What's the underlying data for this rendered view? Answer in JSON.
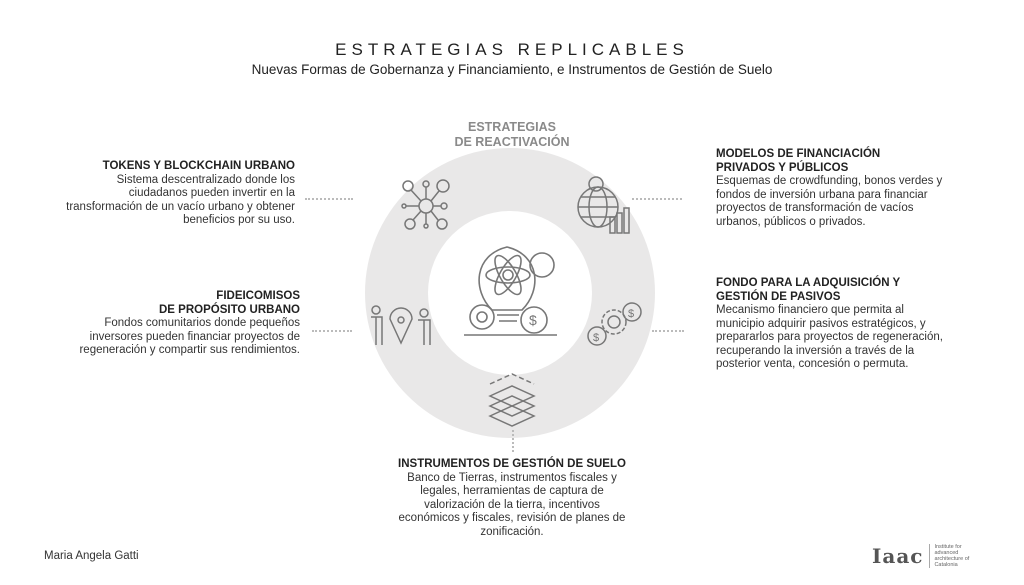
{
  "header": {
    "title": "ESTRATEGIAS REPLICABLES",
    "subtitle": "Nuevas Formas de Gobernanza y Financiamiento, e Instrumentos de Gestión de Suelo"
  },
  "center": {
    "title_line1": "ESTRATEGIAS",
    "title_line2": "DE REACTIVACIÓN"
  },
  "strategies": [
    {
      "title": "TOKENS Y BLOCKCHAIN URBANO",
      "text": "Sistema descentralizado donde los ciudadanos pueden invertir en la transformación de un vacío urbano y obtener beneficios por su uso.",
      "icon": "blockchain-network-icon"
    },
    {
      "title": "MODELOS DE FINANCIACIÓN PRIVADOS Y PÚBLICOS",
      "text": "Esquemas de crowdfunding, bonos verdes y fondos de inversión urbana para financiar proyectos de transformación de vacíos urbanos, públicos o privados.",
      "icon": "globe-finance-icon"
    },
    {
      "title_line1": "FIDEICOMISOS",
      "title_line2": "DE PROPÓSITO URBANO",
      "text": "Fondos comunitarios donde pequeños inversores pueden financiar proyectos de regeneración y compartir sus rendimientos.",
      "icon": "people-location-icon"
    },
    {
      "title": "FONDO PARA LA ADQUISICIÓN Y GESTIÓN DE PASIVOS",
      "text": "Mecanismo financiero que permita al municipio adquirir pasivos estratégicos, y prepararlos para proyectos de regeneración, recuperando la inversión a través de la posterior venta, concesión o permuta.",
      "icon": "gears-dollar-icon"
    },
    {
      "title": "INSTRUMENTOS DE GESTIÓN DE SUELO",
      "text": "Banco de Tierras, instrumentos fiscales y legales, herramientas de captura de valorización de la tierra, incentivos económicos y fiscales, revisión de planes de zonificación.",
      "icon": "land-layers-icon"
    }
  ],
  "footer": {
    "author": "Maria Angela Gatti",
    "logo": "Iaac",
    "logo_text": "Institute for advanced architecture of Catalonia"
  },
  "colors": {
    "ring": "#e9e8e8",
    "center_title": "#8a8a8a",
    "text": "#333333"
  }
}
